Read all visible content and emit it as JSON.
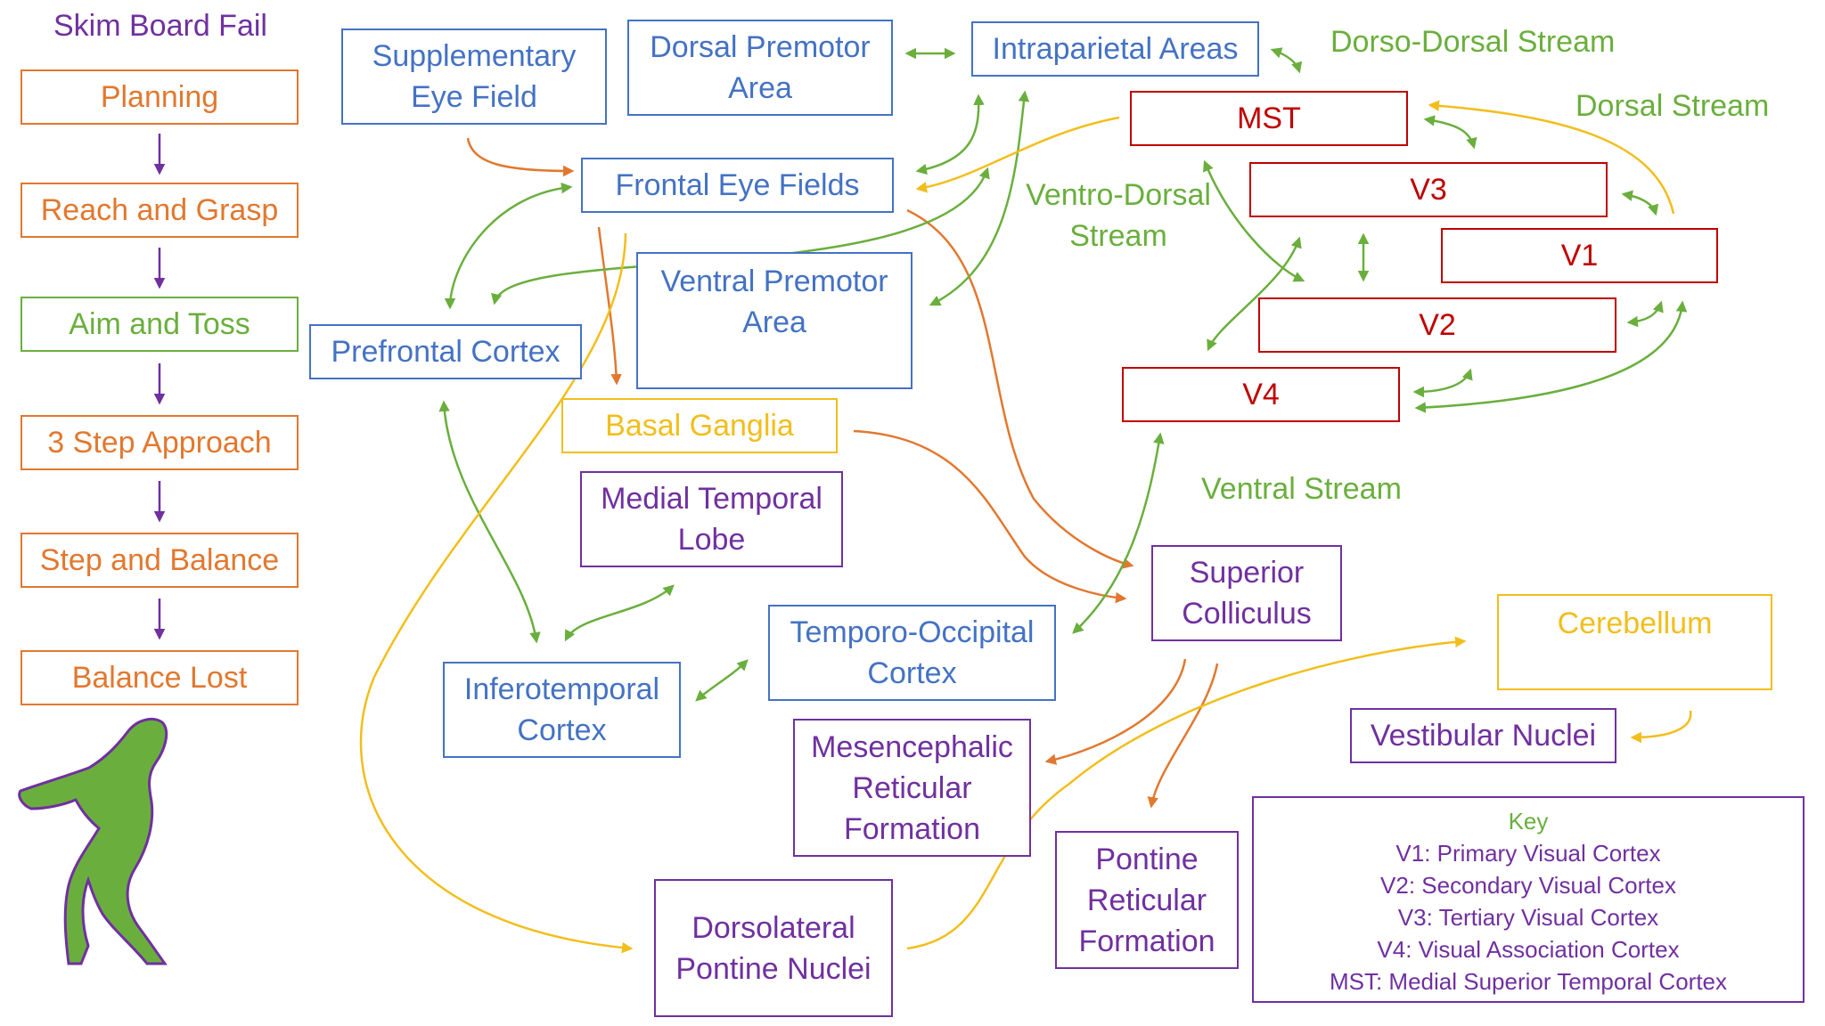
{
  "diagram": {
    "title": "Skim Board Fail",
    "colors": {
      "orange": "#E2782F",
      "blue": "#4472C4",
      "red": "#C00000",
      "purple": "#7030A0",
      "gold": "#F2BE1C",
      "green": "#6AAF3D"
    },
    "stages": [
      {
        "id": "planning",
        "label": "Planning"
      },
      {
        "id": "reach",
        "label": "Reach and Grasp"
      },
      {
        "id": "aim",
        "label": "Aim and Toss"
      },
      {
        "id": "approach",
        "label": "3 Step Approach"
      },
      {
        "id": "step",
        "label": "Step and Balance"
      },
      {
        "id": "lost",
        "label": "Balance Lost"
      }
    ],
    "stream_labels": {
      "dorso_dorsal": "Dorso-Dorsal Stream",
      "dorsal": "Dorsal Stream",
      "ventro_dorsal": "Ventro-Dorsal\nStream",
      "ventral": "Ventral Stream"
    },
    "regions": {
      "sef": "Supplementary\nEye Field",
      "dpm": "Dorsal Premotor\nArea",
      "ipa": "Intraparietal Areas",
      "fef": "Frontal Eye Fields",
      "vpm": "Ventral Premotor\nArea",
      "pfc": "Prefrontal Cortex",
      "bg": "Basal Ganglia",
      "mtl": "Medial Temporal\nLobe",
      "itc": "Inferotemporal\nCortex",
      "toc": "Temporo-Occipital\nCortex",
      "sc": "Superior\nColliculus",
      "mrf": "Mesencephalic\nReticular\nFormation",
      "prf": "Pontine\nReticular\nFormation",
      "dpn": "Dorsolateral\nPontine Nuclei",
      "cb": "Cerebellum",
      "vn": "Vestibular Nuclei",
      "mst": "MST",
      "v3": "V3",
      "v1": "V1",
      "v2": "V2",
      "v4": "V4"
    },
    "key": {
      "title": "Key",
      "items": [
        "V1: Primary Visual Cortex",
        "V2: Secondary Visual Cortex",
        "V3: Tertiary Visual Cortex",
        "V4: Visual Association Cortex",
        "MST: Medial Superior Temporal Cortex"
      ]
    },
    "figure": {
      "name": "falling-skimboarder-silhouette",
      "color": "#6AAF3D",
      "outline": "#7030A0"
    }
  }
}
